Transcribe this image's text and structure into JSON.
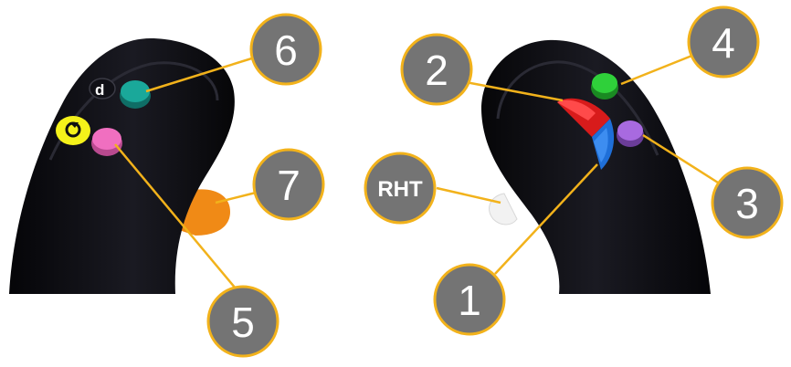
{
  "left_grip": {
    "buttons": {
      "teal": "#1aa89a",
      "pink": "#f06fc0",
      "trigger": "#f08a16",
      "icon_badge": "#f5f21a"
    },
    "callouts": [
      {
        "id": "6",
        "label": "6"
      },
      {
        "id": "5",
        "label": "5"
      },
      {
        "id": "7",
        "label": "7"
      }
    ]
  },
  "right_grip": {
    "buttons": {
      "green": "#2fd03a",
      "purple": "#a86ae0",
      "wheel_top": "#d81b1b",
      "wheel_bottom": "#1f6fd8",
      "trigger": "#f2f2f2"
    },
    "callouts": [
      {
        "id": "2",
        "label": "2"
      },
      {
        "id": "4",
        "label": "4"
      },
      {
        "id": "3",
        "label": "3"
      },
      {
        "id": "1",
        "label": "1"
      },
      {
        "id": "RHT",
        "label": "RHT"
      }
    ]
  },
  "colors": {
    "grip_body": "#0e0e14",
    "callout_fill": "#747474",
    "callout_ring": "#f2b21b",
    "leader_line": "#f2b21b"
  }
}
